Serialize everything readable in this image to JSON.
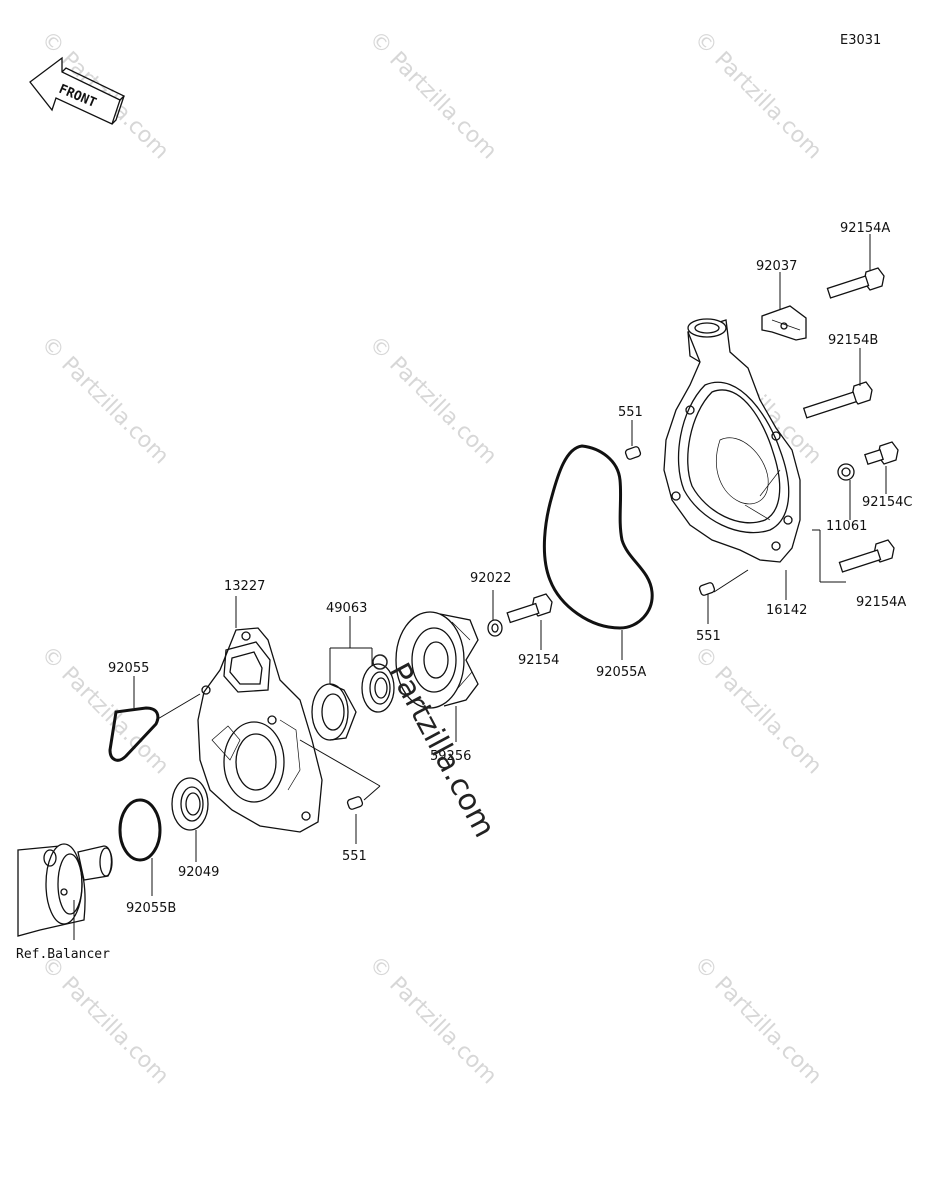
{
  "diagram_code": "E3031",
  "front_label": "FRONT",
  "watermark": "© Partzilla.com",
  "overlay_watermark": "Partzilla.com",
  "labels": {
    "p92154A_top": "92154A",
    "p92037": "92037",
    "p92154B": "92154B",
    "p551_upper": "551",
    "p92154C": "92154C",
    "p11061": "11061",
    "p92154A_bottom": "92154A",
    "p16142": "16142",
    "p551_right": "551",
    "p92022": "92022",
    "p92154": "92154",
    "p92055A": "92055A",
    "p13227": "13227",
    "p49063": "49063",
    "p92055": "92055",
    "p59256": "59256",
    "p551_lower": "551",
    "p92049": "92049",
    "p92055B": "92055B",
    "ref_balancer": "Ref.Balancer"
  }
}
